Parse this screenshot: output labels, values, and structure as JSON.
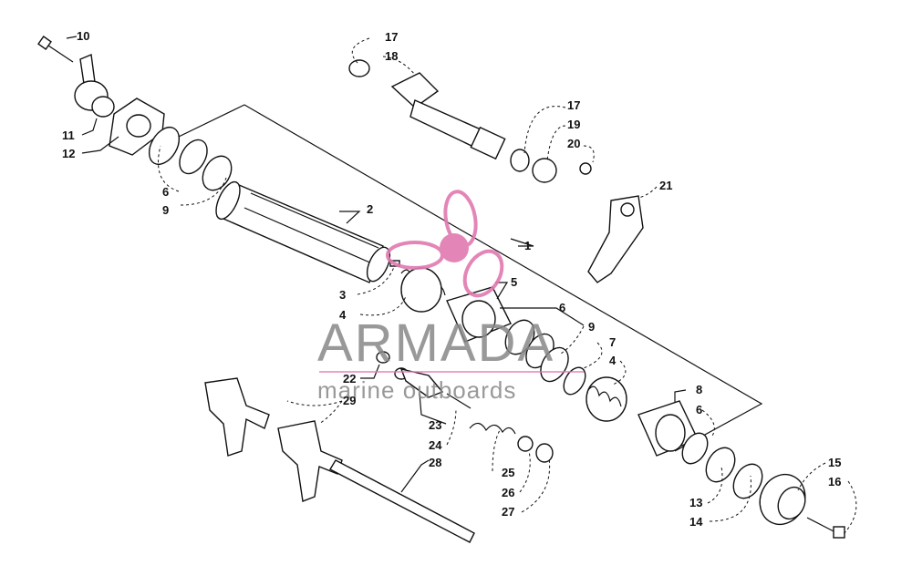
{
  "watermark": {
    "brand": "ARMADA",
    "sub": "marine outboards",
    "accent": "#e07ab0"
  },
  "callouts": [
    {
      "id": "c10",
      "label": "10"
    },
    {
      "id": "c11",
      "label": "11"
    },
    {
      "id": "c12",
      "label": "12"
    },
    {
      "id": "c6a",
      "label": "6"
    },
    {
      "id": "c9a",
      "label": "9"
    },
    {
      "id": "c2",
      "label": "2"
    },
    {
      "id": "c17a",
      "label": "17"
    },
    {
      "id": "c18",
      "label": "18"
    },
    {
      "id": "c17b",
      "label": "17"
    },
    {
      "id": "c19",
      "label": "19"
    },
    {
      "id": "c20",
      "label": "20"
    },
    {
      "id": "c21",
      "label": "21"
    },
    {
      "id": "c1",
      "label": "1"
    },
    {
      "id": "c5",
      "label": "5"
    },
    {
      "id": "c3",
      "label": "3"
    },
    {
      "id": "c4a",
      "label": "4"
    },
    {
      "id": "c6b",
      "label": "6"
    },
    {
      "id": "c9b",
      "label": "9"
    },
    {
      "id": "c7",
      "label": "7"
    },
    {
      "id": "c4b",
      "label": "4"
    },
    {
      "id": "c22",
      "label": "22"
    },
    {
      "id": "c29",
      "label": "29"
    },
    {
      "id": "c23",
      "label": "23"
    },
    {
      "id": "c24",
      "label": "24"
    },
    {
      "id": "c28",
      "label": "28"
    },
    {
      "id": "c25",
      "label": "25"
    },
    {
      "id": "c26",
      "label": "26"
    },
    {
      "id": "c27",
      "label": "27"
    },
    {
      "id": "c8",
      "label": "8"
    },
    {
      "id": "c6c",
      "label": "6"
    },
    {
      "id": "c15",
      "label": "15"
    },
    {
      "id": "c16",
      "label": "16"
    },
    {
      "id": "c13",
      "label": "13"
    },
    {
      "id": "c14",
      "label": "14"
    }
  ]
}
